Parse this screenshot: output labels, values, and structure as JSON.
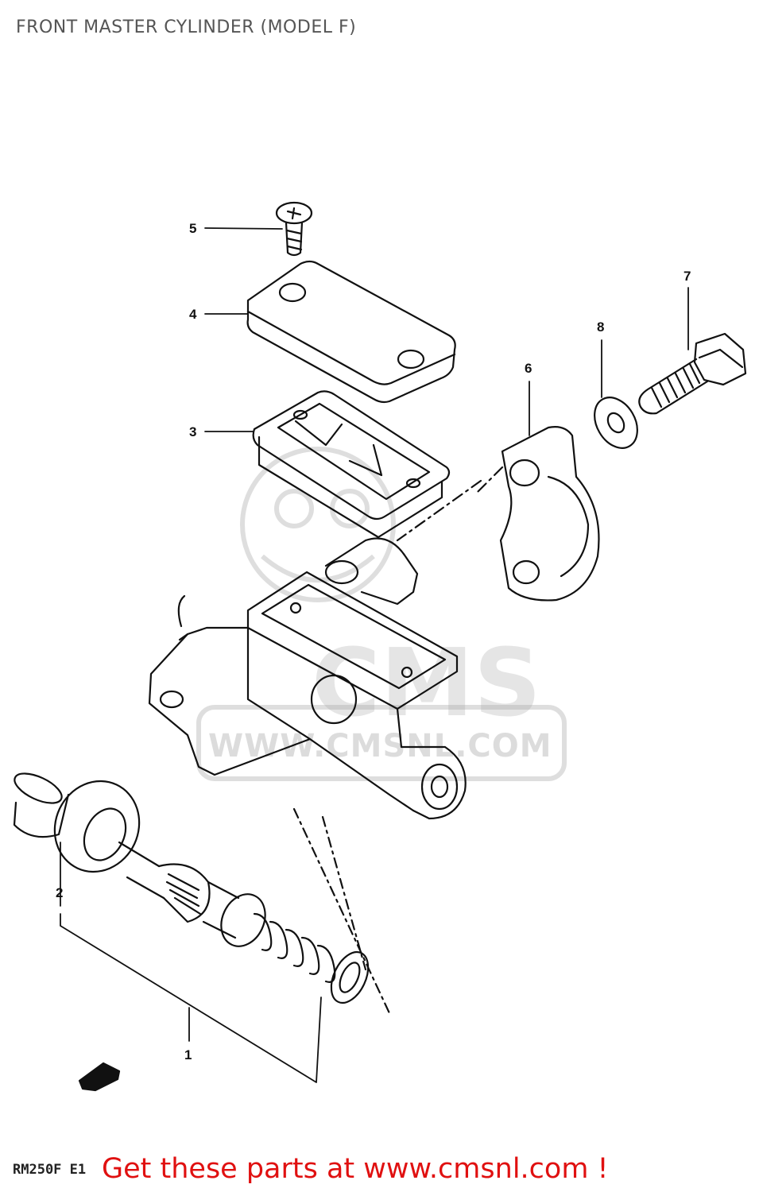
{
  "title": "FRONT MASTER CYLINDER (MODEL F)",
  "model_code": "RM250F E1",
  "watermark": {
    "logo": "CMS",
    "url": "WWW.CMSNL.COM"
  },
  "banner": "Get these parts at www.cmsnl.com !",
  "callouts": {
    "c1": "1",
    "c2": "2",
    "c3": "3",
    "c4": "4",
    "c5": "5",
    "c6": "6",
    "c7": "7",
    "c8": "8"
  },
  "colors": {
    "banner": "#e01010",
    "title": "#555555",
    "line_art": "#111111"
  }
}
